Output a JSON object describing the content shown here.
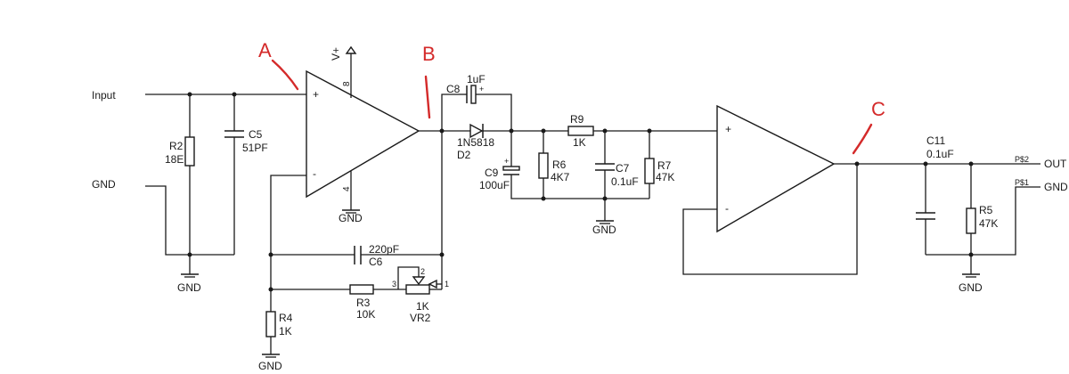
{
  "colors": {
    "wire": "#1a1a1a",
    "annotation": "#d42a2a",
    "background": "#ffffff"
  },
  "annotations": {
    "a": "A",
    "b": "B",
    "c": "C"
  },
  "nets": {
    "input": "Input",
    "gnd_in": "GND",
    "out": "OUT",
    "gnd_out": "GND",
    "pin_out": "P$2",
    "pin_gnd": "P$1"
  },
  "ground_label": "GND",
  "opamp1": {
    "supply": "V+",
    "pin_supply": "8",
    "pin_gnd": "4",
    "plus": "+",
    "minus": "-"
  },
  "opamp2": {
    "plus": "+",
    "minus": "-"
  },
  "components": {
    "r2": {
      "name": "R2",
      "value": "18E"
    },
    "c5": {
      "name": "C5",
      "value": "51PF"
    },
    "c6": {
      "name": "C6",
      "value": "220pF"
    },
    "r3": {
      "name": "R3",
      "value": "10K"
    },
    "vr2": {
      "name": "VR2",
      "value": "1K",
      "pin1": "1",
      "pin2": "2",
      "pin3": "3"
    },
    "r4": {
      "name": "R4",
      "value": "1K"
    },
    "c8": {
      "name": "C8",
      "value": "1uF",
      "polarity": "+"
    },
    "d2": {
      "name": "D2",
      "value": "1N5818"
    },
    "c9": {
      "name": "C9",
      "value": "100uF",
      "polarity": "+"
    },
    "r6": {
      "name": "R6",
      "value": "4K7"
    },
    "r9": {
      "name": "R9",
      "value": "1K"
    },
    "c7": {
      "name": "C7",
      "value": "0.1uF"
    },
    "r7": {
      "name": "R7",
      "value": "47K"
    },
    "c11": {
      "name": "C11",
      "value": "0.1uF"
    },
    "r5": {
      "name": "R5",
      "value": "47K"
    }
  }
}
